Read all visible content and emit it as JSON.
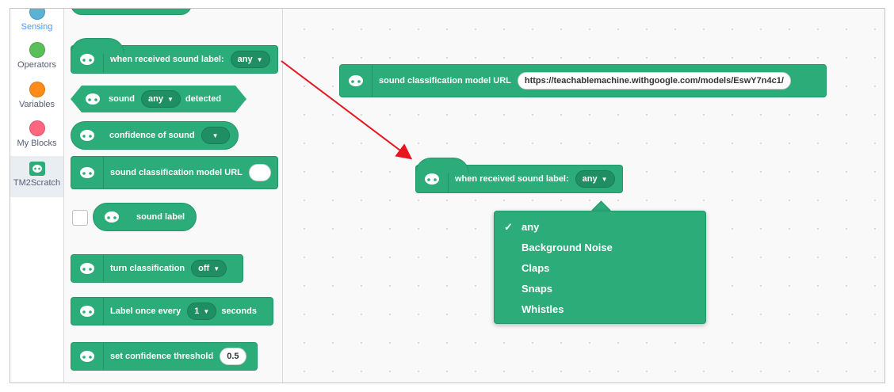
{
  "categories": [
    {
      "label": "Sensing",
      "color": "#5cb1d6"
    },
    {
      "label": "Operators",
      "color": "#59c059"
    },
    {
      "label": "Variables",
      "color": "#ff8c1a"
    },
    {
      "label": "My Blocks",
      "color": "#ff6680"
    },
    {
      "label": "TM2Scratch",
      "color": "#2bac78"
    }
  ],
  "palette": {
    "when_received": "when received sound label:",
    "when_received_value": "any",
    "sound": "sound",
    "sound_value": "any",
    "detected": "detected",
    "confidence": "confidence of sound",
    "model_url": "sound classification model URL",
    "sound_label": "sound label",
    "turn_classification": "turn classification",
    "turn_value": "off",
    "label_once": "Label once every",
    "label_once_value": "1",
    "seconds": "seconds",
    "set_confidence": "set confidence threshold",
    "set_confidence_value": "0.5"
  },
  "workspace": {
    "model_url": "sound classification model URL",
    "model_url_value": "https://teachablemachine.withgoogle.com/models/EswY7n4c1/",
    "when_received": "when received sound label:",
    "when_received_value": "any"
  },
  "dropdown": {
    "check": "✓",
    "options": [
      "any",
      "Background Noise",
      "Claps",
      "Snaps",
      "Whistles"
    ],
    "selected": "any"
  },
  "colors": {
    "block": "#2bac78",
    "arrow": "#e8141f"
  }
}
